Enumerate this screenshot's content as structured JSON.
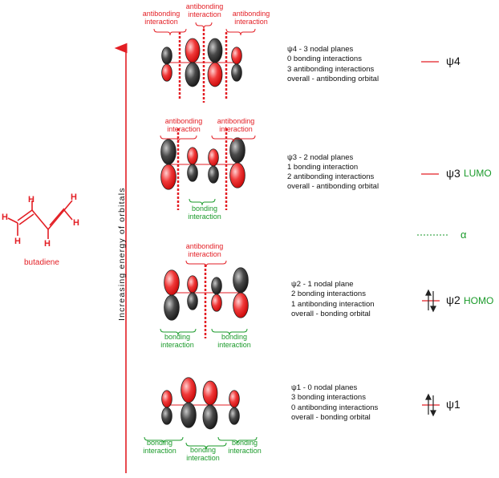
{
  "axis": {
    "label": "Increasing energy of orbitals"
  },
  "molecule": {
    "name": "butadiene",
    "atoms": [
      "H",
      "H",
      "H",
      "H",
      "H",
      "H"
    ]
  },
  "alpha_label": "α",
  "levels": [
    {
      "psi_symbol": "ψ4",
      "psi_sub_label": "ψ4",
      "description": [
        "ψ4 - 3 nodal planes",
        "0 bonding interactions",
        "3 antibonding interactions",
        "overall - antibonding orbital"
      ],
      "tag": "",
      "electrons": 0,
      "antibonding_labels": [
        "antibonding interaction",
        "antibonding interaction",
        "antibonding interaction"
      ],
      "bonding_labels": []
    },
    {
      "psi_symbol": "ψ3",
      "psi_sub_label": "ψ3",
      "description": [
        "ψ3 - 2 nodal planes",
        "1 bonding interaction",
        "2 antibonding interactions",
        "overall - antibonding orbital"
      ],
      "tag": "LUMO",
      "electrons": 0,
      "antibonding_labels": [
        "antibonding interaction",
        "antibonding interaction"
      ],
      "bonding_labels": [
        "bonding interaction"
      ]
    },
    {
      "psi_symbol": "ψ2",
      "psi_sub_label": "ψ2",
      "description": [
        "ψ2 - 1 nodal plane",
        "2 bonding interactions",
        "1 antibonding interaction",
        "overall - bonding orbital"
      ],
      "tag": "HOMO",
      "electrons": 2,
      "antibonding_labels": [
        "antibonding interaction"
      ],
      "bonding_labels": [
        "bonding interaction",
        "bonding interaction"
      ]
    },
    {
      "psi_symbol": "ψ1",
      "psi_sub_label": "ψ1",
      "description": [
        "ψ1 - 0 nodal planes",
        "3 bonding interactions",
        "0 antibonding interactions",
        "overall - bonding orbital"
      ],
      "tag": "",
      "electrons": 2,
      "antibonding_labels": [],
      "bonding_labels": [
        "bonding interaction",
        "bonding interaction",
        "bonding interaction"
      ]
    }
  ],
  "colors": {
    "red": "#e31e24",
    "green": "#1a9a2a",
    "dark": "#2b2b2b"
  }
}
